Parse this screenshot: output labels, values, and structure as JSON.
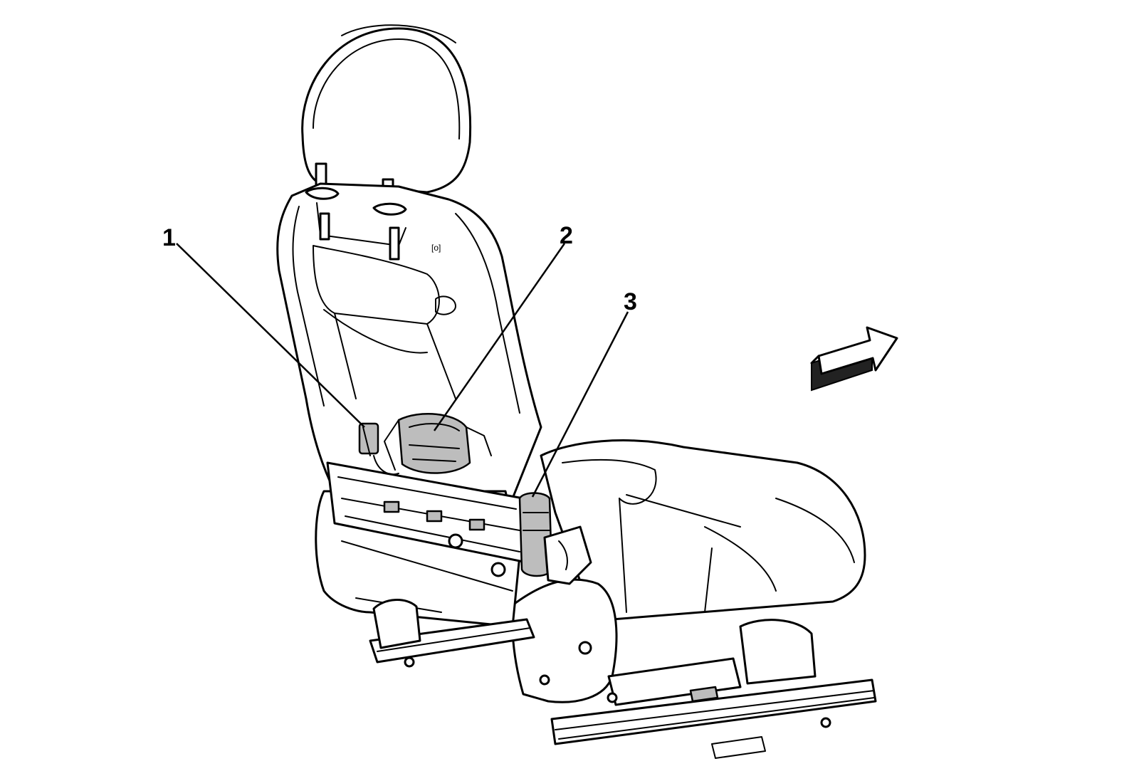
{
  "callouts": [
    {
      "label": "1"
    },
    {
      "label": "2"
    },
    {
      "label": "3"
    }
  ],
  "icons": {
    "direction": "forward-arrow-icon"
  }
}
